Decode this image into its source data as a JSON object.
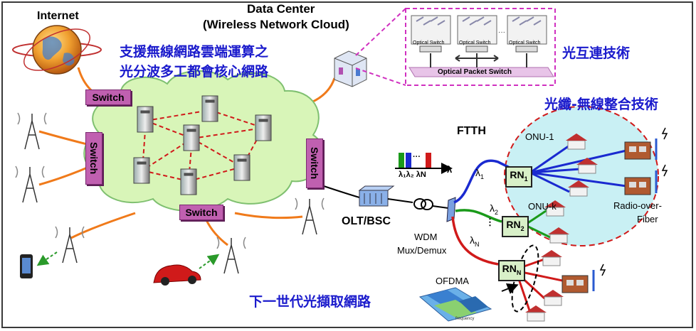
{
  "internet_label": "Internet",
  "data_center": {
    "title": "Data Center",
    "subtitle": "(Wireless Network Cloud)"
  },
  "cloud_caption": {
    "line1": "支援無線網路雲端運算之",
    "line2": "光分波多工都會核心網路"
  },
  "switches": [
    "Switch",
    "Switch",
    "Switch",
    "Switch"
  ],
  "optical": {
    "panel_labels": [
      "Optical Switch",
      "Optical Switch",
      "Optical Switch"
    ],
    "packet_switch_label": "Optical Packet Switch",
    "interconnect_caption": "光互連技術"
  },
  "fiber_wireless_caption": "光纖-無線整合技術",
  "ftth_label": "FTTH",
  "onu": {
    "first": "ONU-1",
    "last": "ONU-k"
  },
  "wavelengths": {
    "arrow_symbol": "λ",
    "l1": "λ",
    "l1_sub": "1",
    "l2": "λ",
    "l2_sub": "2",
    "lN": "λ",
    "lN_sub": "N",
    "dots": "⋮",
    "comb": "λ₁λ₂ λN",
    "comb_dots": "···"
  },
  "rn": {
    "rn1": "RN",
    "rn1_sub": "1",
    "rn2": "RN",
    "rn2_sub": "2",
    "rnN": "RN",
    "rnN_sub": "N"
  },
  "olt_label": "OLT/BSC",
  "wdm": {
    "line1": "WDM",
    "line2": "Mux/Demux"
  },
  "rof": {
    "line1": "Radio-over-",
    "line2": "Fiber"
  },
  "ofdma_label": "OFDMA",
  "ofdma_axis": "frequency",
  "access_caption": "下一世代光擷取網路",
  "colors": {
    "switch": "#c060b0",
    "cloud": "#d8f5b8",
    "fiber_orange": "#f07a1a",
    "lambda_blue": "#1a2ad0",
    "lambda_green": "#1a9a1a",
    "lambda_red": "#d01a1a",
    "caption_blue": "#1a1acc",
    "ftth_circle": "#c9f0f4"
  }
}
